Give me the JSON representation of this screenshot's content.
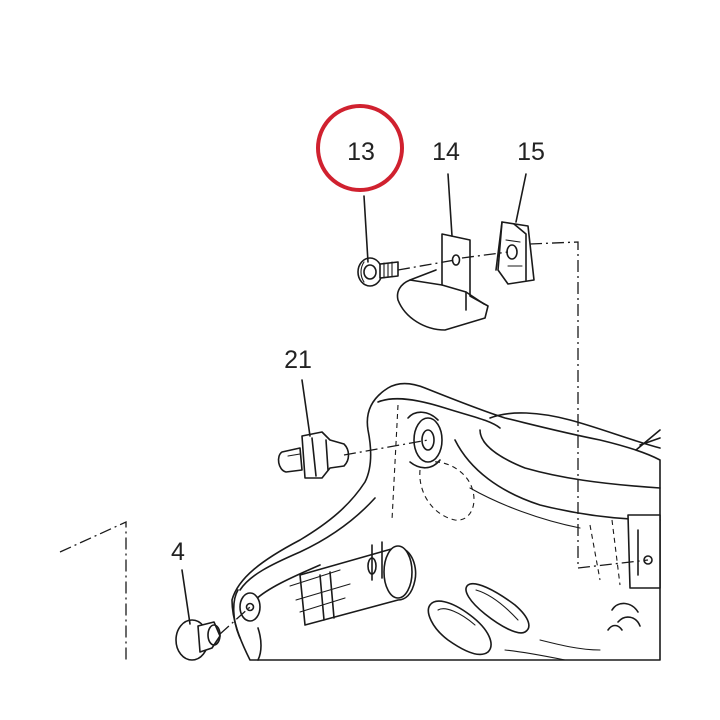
{
  "callouts": [
    {
      "id": "13",
      "label": "13",
      "highlighted": true
    },
    {
      "id": "14",
      "label": "14",
      "highlighted": false
    },
    {
      "id": "15",
      "label": "15",
      "highlighted": false
    },
    {
      "id": "21",
      "label": "21",
      "highlighted": false
    },
    {
      "id": "4",
      "label": "4",
      "highlighted": false
    }
  ],
  "colors": {
    "highlight_ring": "#d0212f",
    "line": "#1a1a1a",
    "background": "#ffffff"
  }
}
